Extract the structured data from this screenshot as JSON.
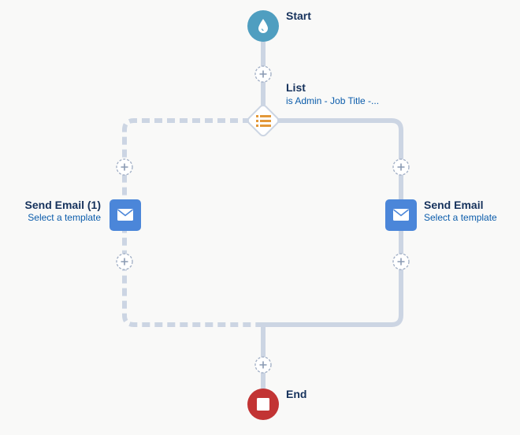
{
  "flow": {
    "start": {
      "title": "Start"
    },
    "decision": {
      "title": "List",
      "subtitle": "is Admin - Job Title -..."
    },
    "left_branch": {
      "title": "Send Email (1)",
      "subtitle": "Select a template"
    },
    "right_branch": {
      "title": "Send Email",
      "subtitle": "Select a template"
    },
    "end": {
      "title": "End"
    }
  },
  "icons": {
    "start": "drop-icon",
    "decision": "list-icon",
    "action": "envelope-icon",
    "end": "stop-icon",
    "add": "plus-icon"
  },
  "colors": {
    "start_node": "#4f9ec0",
    "decision_icon": "#e39839",
    "action_node": "#4b86d9",
    "end_node": "#c23434",
    "connector": "#ccd5e3",
    "add_button": "#9fadc4",
    "title_text": "#16325c",
    "link_text": "#0b5cab"
  }
}
